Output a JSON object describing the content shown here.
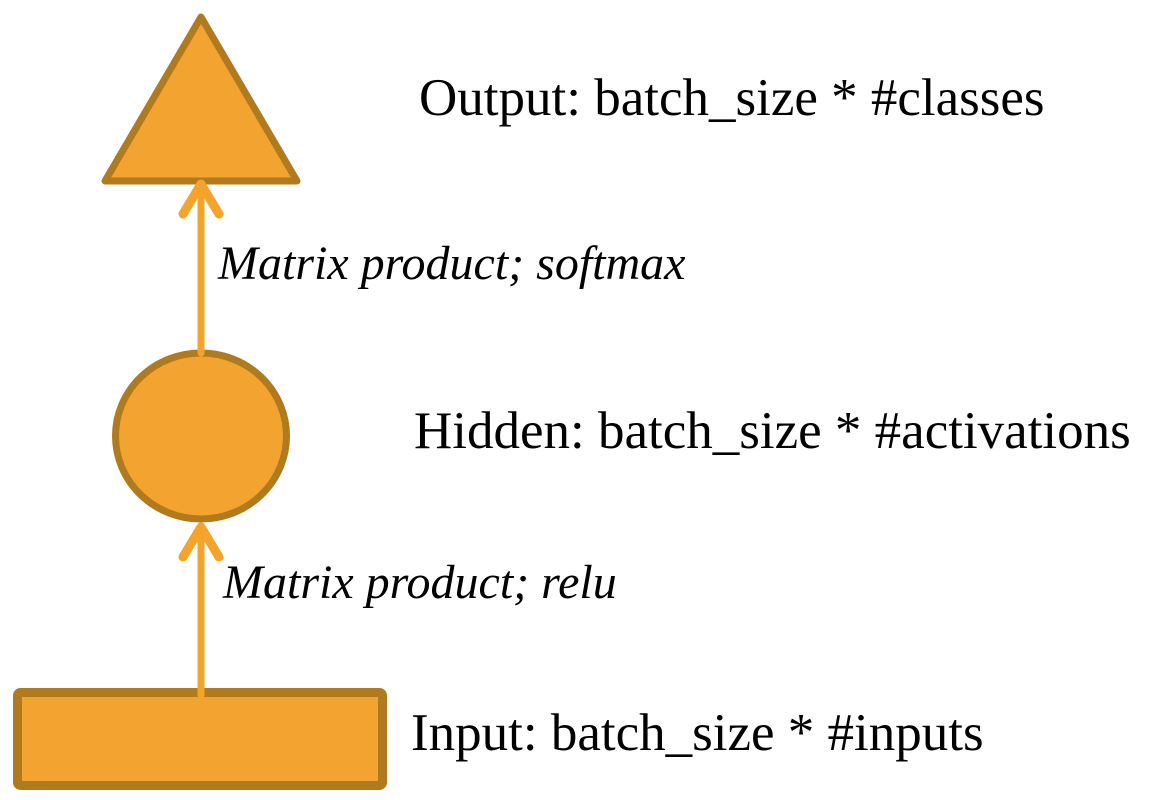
{
  "diagram": {
    "type": "neural-network-layer-diagram",
    "background_color": "#ffffff",
    "colors": {
      "node_fill": "#F2A330",
      "node_stroke": "#B07A1E",
      "arrow": "#F5A42B",
      "text": "#000000"
    },
    "nodes": [
      {
        "id": "output",
        "shape": "triangle",
        "label": "Output: batch_size * #classes"
      },
      {
        "id": "hidden",
        "shape": "circle",
        "label": "Hidden: batch_size * #activations"
      },
      {
        "id": "input",
        "shape": "rectangle",
        "label": "Input: batch_size * #inputs"
      }
    ],
    "edges": [
      {
        "from": "hidden",
        "to": "output",
        "label": "Matrix product; softmax"
      },
      {
        "from": "input",
        "to": "hidden",
        "label": "Matrix product; relu"
      }
    ]
  }
}
